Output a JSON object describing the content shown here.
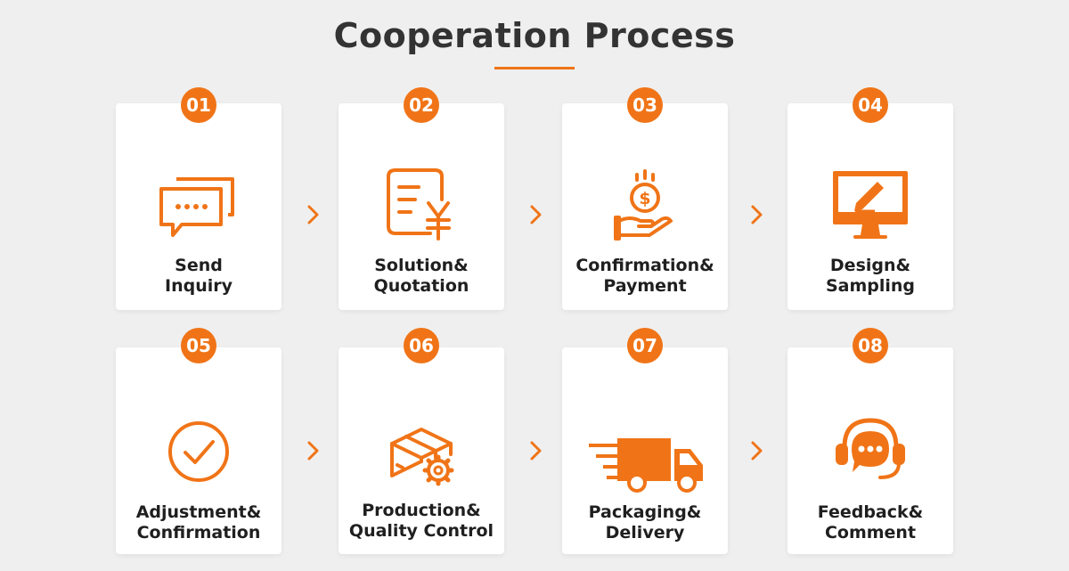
{
  "title": "Cooperation Process",
  "colors": {
    "accent": "#f07417",
    "background": "#efefef",
    "card": "#ffffff",
    "text": "#1f1f1f"
  },
  "steps": [
    {
      "number": "01",
      "line1": "Send",
      "line2": "Inquiry",
      "icon": "chat-bubbles-icon"
    },
    {
      "number": "02",
      "line1": "Solution&",
      "line2": "Quotation",
      "icon": "quotation-document-icon"
    },
    {
      "number": "03",
      "line1": "Confirmation&",
      "line2": "Payment",
      "icon": "hand-coin-icon"
    },
    {
      "number": "04",
      "line1": "Design&",
      "line2": "Sampling",
      "icon": "monitor-pen-icon"
    },
    {
      "number": "05",
      "line1": "Adjustment&",
      "line2": "Confirmation",
      "icon": "check-circle-icon"
    },
    {
      "number": "06",
      "line1": "Production&",
      "line2": "Quality Control",
      "icon": "box-gear-icon"
    },
    {
      "number": "07",
      "line1": "Packaging&",
      "line2": "Delivery",
      "icon": "delivery-truck-icon"
    },
    {
      "number": "08",
      "line1": "Feedback&",
      "line2": "Comment",
      "icon": "headset-chat-icon"
    }
  ],
  "arrow_icon": "chevron-right-icon"
}
